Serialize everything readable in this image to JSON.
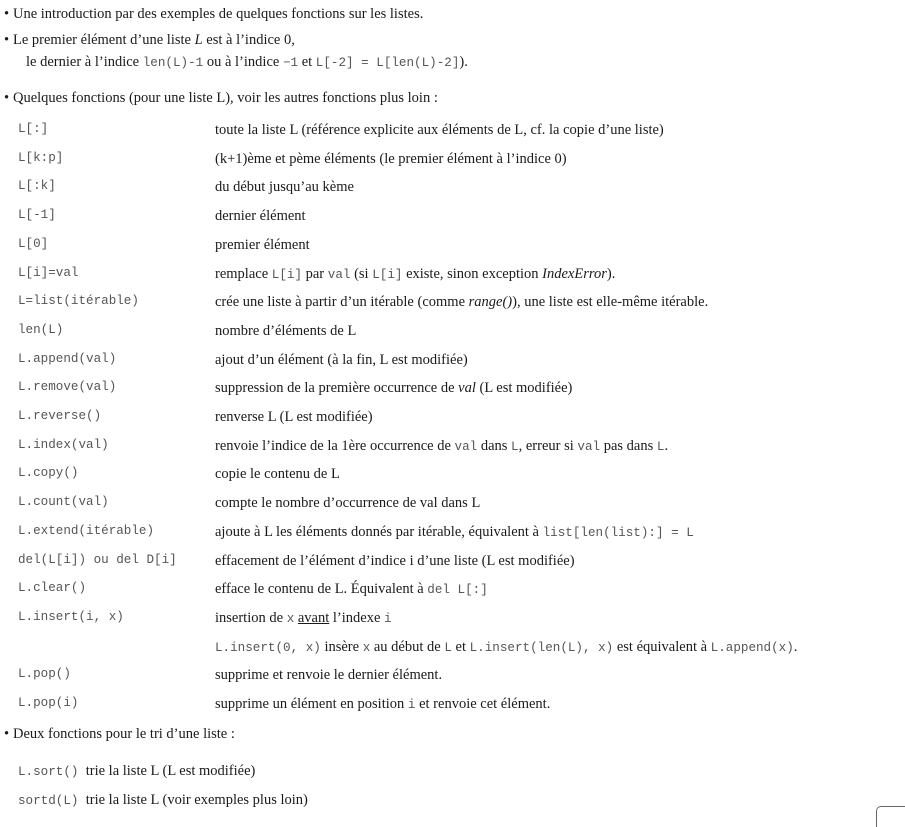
{
  "intro": {
    "line1": "Une introduction par des exemples de quelques fonctions sur les listes.",
    "line2": {
      "a": "Le premier élément d’une liste ",
      "L": "L",
      "b": " est à l’indice 0,"
    },
    "line3": {
      "a": "le dernier à l’indice ",
      "c1": "len(L)-1",
      "b": " ou à l’indice ",
      "c2": "−1",
      "d": " et ",
      "c3": "L[-2] = L[len(L)-2]",
      "e": ")."
    },
    "line4": "Quelques fonctions (pour une liste L), voir les autres fonctions plus loin :"
  },
  "functions": [
    {
      "code": "L[:]",
      "desc": [
        "toute la liste L (référence explicite aux éléments de L, cf. la copie d’une liste)"
      ]
    },
    {
      "code": "L[k:p]",
      "desc": [
        "(k+1)ème et pème éléments (le premier élément à l’indice 0)"
      ]
    },
    {
      "code": "L[:k]",
      "desc": [
        "du début jusqu’au kème"
      ]
    },
    {
      "code": "L[-1]",
      "desc": [
        "dernier élément"
      ]
    },
    {
      "code": "L[0]",
      "desc": [
        "premier élément"
      ]
    },
    {
      "code": "L[i]=val",
      "desc": [
        "remplace ",
        "L[i]",
        " par ",
        "val",
        " (si ",
        "L[i]",
        " existe, sinon exception ",
        "IndexError",
        ")."
      ]
    },
    {
      "code": "L=list(itérable)",
      "desc": [
        "crée une liste à partir d’un itérable (comme ",
        "range()",
        "), une liste est elle-même itérable."
      ]
    },
    {
      "code": "len(L)",
      "desc": [
        "nombre d’éléments de L"
      ]
    },
    {
      "code": "L.append(val)",
      "desc": [
        "ajout d’un élément (à la fin, L est modifiée)"
      ]
    },
    {
      "code": "L.remove(val)",
      "desc": [
        "suppression de la première occurrence de ",
        "val",
        " (L est modifiée)"
      ]
    },
    {
      "code": "L.reverse()",
      "desc": [
        "renverse L (L est modifiée)"
      ]
    },
    {
      "code": "L.index(val)",
      "desc": [
        "renvoie l’indice de la 1ère occurrence de ",
        "val",
        " dans ",
        "L",
        ", erreur si ",
        "val",
        " pas dans ",
        "L",
        "."
      ]
    },
    {
      "code": "L.copy()",
      "desc": [
        "copie le contenu de L"
      ]
    },
    {
      "code": "L.count(val)",
      "desc": [
        "compte le nombre d’occurrence de val dans L"
      ]
    },
    {
      "code": "L.extend(itérable)",
      "desc": [
        "ajoute à L les éléments donnés par itérable, équivalent à ",
        "list[len(list):] = L"
      ]
    },
    {
      "code": "del(L[i]) ou del D[i]",
      "desc": [
        "effacement de l’élément d’indice i d’une liste (L est modifiée)"
      ]
    },
    {
      "code": "L.clear()",
      "desc": [
        "efface le contenu de L. Équivalent à ",
        "del L[:]"
      ]
    },
    {
      "code": "L.insert(i, x)",
      "desc": [
        "insertion de ",
        "x",
        " ",
        "avant",
        " l’indexe ",
        "i"
      ]
    },
    {
      "code": "",
      "desc": [
        "L.insert(0, x)",
        " insère ",
        "x",
        " au début de ",
        "L",
        " et ",
        "L.insert(len(L), x)",
        " est équivalent à ",
        "L.append(x)",
        "."
      ]
    },
    {
      "code": "L.pop()",
      "desc": [
        "supprime et renvoie le dernier élément."
      ]
    },
    {
      "code": "L.pop(i)",
      "desc": [
        "supprime un élément en position ",
        "i",
        " et renvoie cet élément."
      ]
    }
  ],
  "sort_section": {
    "heading": "Deux fonctions pour le tri d’une liste :",
    "items": [
      {
        "code": "L.sort()",
        "desc": "trie la liste L (L est modifiée)"
      },
      {
        "code": "sortd(L)",
        "desc": "trie la liste L (voir exemples plus loin)"
      }
    ]
  },
  "bullet_char": "•"
}
